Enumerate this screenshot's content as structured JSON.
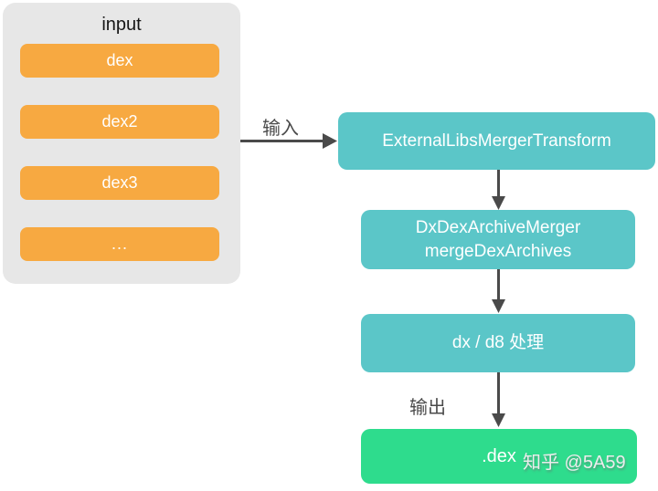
{
  "input_panel": {
    "title": "input",
    "items": [
      {
        "label": "dex"
      },
      {
        "label": "dex2"
      },
      {
        "label": "dex3"
      },
      {
        "label": "..."
      }
    ]
  },
  "nodes": {
    "transform": {
      "label": "ExternalLibsMergerTransform"
    },
    "merger": {
      "line1": "DxDexArchiveMerger",
      "line2": "mergeDexArchives"
    },
    "dx_d8": {
      "label": "dx / d8 处理"
    },
    "output": {
      "label": ".dex"
    }
  },
  "edges": {
    "input_label": "输入",
    "output_label": "输出"
  },
  "watermark": "知乎 @5A59",
  "colors": {
    "panel_bg": "#e7e7e7",
    "input_item_bg": "#f7a941",
    "process_node_bg": "#5bc6c8",
    "output_node_bg": "#2edc8d",
    "arrow": "#4a4a4a",
    "node_text": "#ffffff"
  }
}
